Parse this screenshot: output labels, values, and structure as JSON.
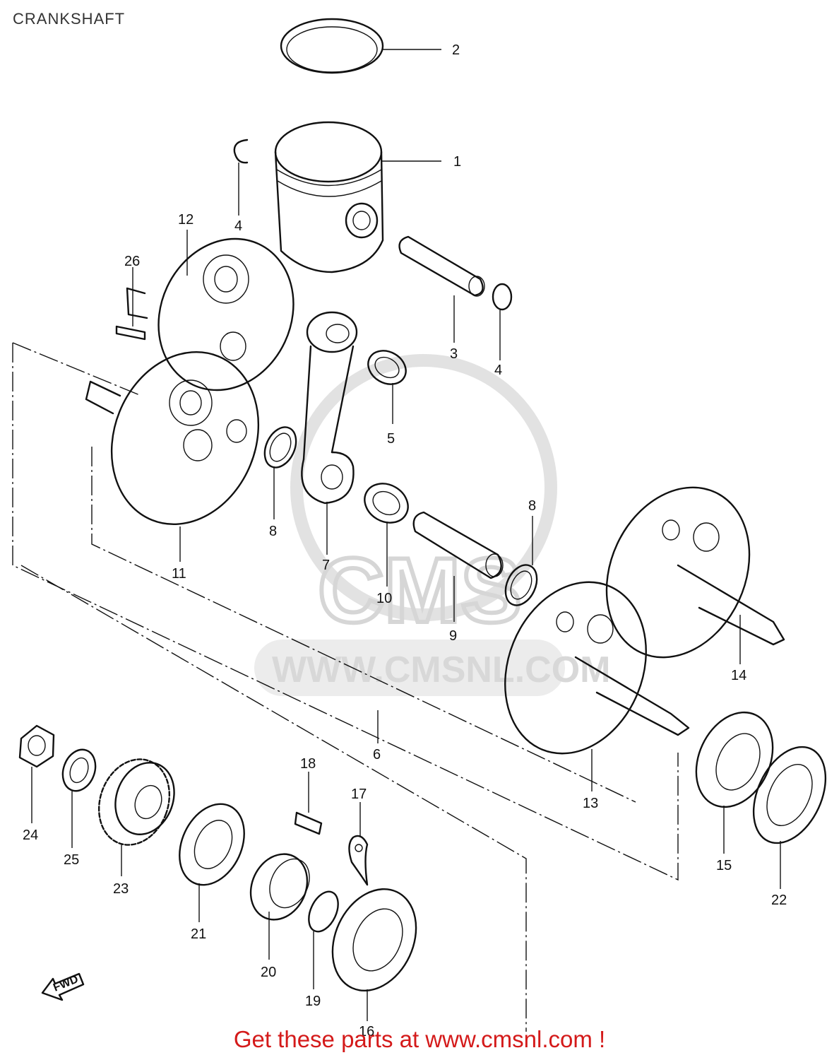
{
  "title": "CRANKSHAFT",
  "footer_text": "Get these parts at www.cmsnl.com !",
  "watermark": {
    "brand": "CMS",
    "url": "WWW.CMSNL.COM"
  },
  "direction_label": "FWD",
  "callouts": [
    {
      "id": "c1",
      "label": "1"
    },
    {
      "id": "c2",
      "label": "2"
    },
    {
      "id": "c3",
      "label": "3"
    },
    {
      "id": "c4a",
      "label": "4"
    },
    {
      "id": "c4b",
      "label": "4"
    },
    {
      "id": "c5",
      "label": "5"
    },
    {
      "id": "c6",
      "label": "6"
    },
    {
      "id": "c7",
      "label": "7"
    },
    {
      "id": "c8a",
      "label": "8"
    },
    {
      "id": "c8b",
      "label": "8"
    },
    {
      "id": "c9",
      "label": "9"
    },
    {
      "id": "c10",
      "label": "10"
    },
    {
      "id": "c11",
      "label": "11"
    },
    {
      "id": "c12",
      "label": "12"
    },
    {
      "id": "c13",
      "label": "13"
    },
    {
      "id": "c14",
      "label": "14"
    },
    {
      "id": "c15",
      "label": "15"
    },
    {
      "id": "c16",
      "label": "16"
    },
    {
      "id": "c17",
      "label": "17"
    },
    {
      "id": "c18",
      "label": "18"
    },
    {
      "id": "c19",
      "label": "19"
    },
    {
      "id": "c20",
      "label": "20"
    },
    {
      "id": "c21",
      "label": "21"
    },
    {
      "id": "c22",
      "label": "22"
    },
    {
      "id": "c23",
      "label": "23"
    },
    {
      "id": "c24",
      "label": "24"
    },
    {
      "id": "c25",
      "label": "25"
    },
    {
      "id": "c26",
      "label": "26"
    }
  ],
  "colors": {
    "footer": "#d41a1a",
    "line": "#111111",
    "watermark": "#d8d8d8"
  }
}
